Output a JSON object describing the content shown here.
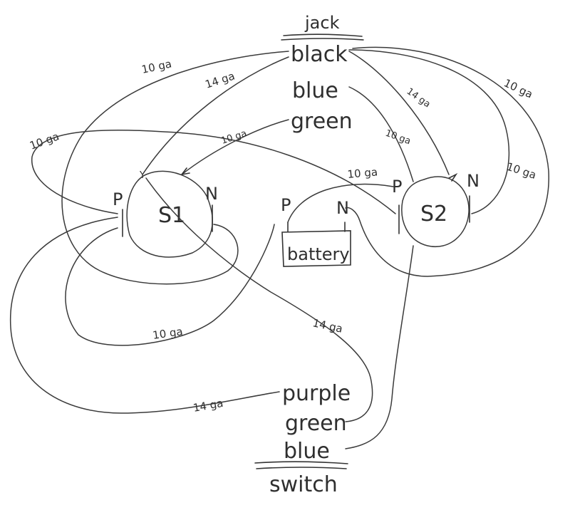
{
  "jack": {
    "title": "jack",
    "wires": [
      "black",
      "blue",
      "green"
    ]
  },
  "switch_block": {
    "title": "switch",
    "wires": [
      "purple",
      "green",
      "blue"
    ]
  },
  "s1": {
    "label": "S1",
    "p": "P",
    "n": "N"
  },
  "s2": {
    "label": "S2",
    "p": "P",
    "n": "N"
  },
  "battery": {
    "label": "battery",
    "p": "P",
    "n": "N"
  },
  "gauges": {
    "black_to_s1_outer": "10 ga",
    "black_to_s1_n": "14 ga",
    "blue_to_s2": "10 ga",
    "green_to_s1": "10 ga",
    "s1_p_to_s2_p": "10 ga",
    "battery_p_to_s2_p": "10 ga",
    "black_to_s2_14": "14 ga",
    "black_to_s2_outer": "10 ga",
    "s2_outer_right": "10 ga",
    "s1_loop_bottom": "10 ga",
    "s1_to_switch_green": "14 ga",
    "purple_to_s1": "14 ga"
  }
}
